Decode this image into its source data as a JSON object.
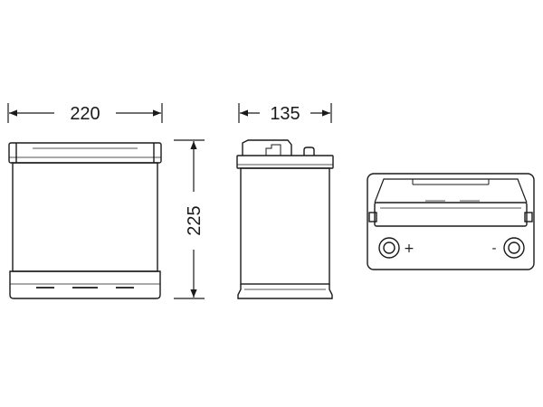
{
  "dimensions": {
    "length": "220",
    "width": "135",
    "height": "225"
  },
  "terminals": {
    "positive": "+",
    "negative": "-"
  },
  "colors": {
    "line": "#1a1a1a",
    "background": "#ffffff"
  }
}
